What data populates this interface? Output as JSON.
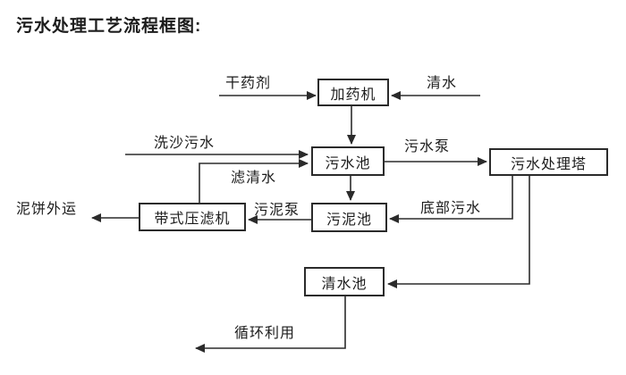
{
  "title": "污水处理工艺流程框图:",
  "nodes": {
    "dosing_machine": "加药机",
    "sewage_pool": "污水池",
    "sewage_treatment_tower": "污水处理塔",
    "sludge_pool": "污泥池",
    "belt_filter_press": "带式压滤机",
    "clean_water_pool": "清水池"
  },
  "labels": {
    "dry_chemical": "干药剂",
    "clean_water": "清水",
    "sand_washing_sewage": "洗沙污水",
    "sewage_pump": "污水泵",
    "filtered_water": "滤清水",
    "sludge_pump": "污泥泵",
    "bottom_sewage": "底部污水",
    "mud_cake_out": "泥饼外运",
    "recycle": "循环利用"
  },
  "connections": [
    {
      "from": "干药剂",
      "to": "加药机"
    },
    {
      "from": "清水",
      "to": "加药机"
    },
    {
      "from": "加药机",
      "to": "污水池"
    },
    {
      "from": "洗沙污水",
      "to": "污水池"
    },
    {
      "from": "带式压滤机",
      "to": "污水池",
      "label": "滤清水"
    },
    {
      "from": "污水池",
      "to": "污水处理塔",
      "label": "污水泵"
    },
    {
      "from": "污水池",
      "to": "污泥池"
    },
    {
      "from": "污水处理塔",
      "to": "污泥池",
      "label": "底部污水"
    },
    {
      "from": "污泥池",
      "to": "带式压滤机",
      "label": "污泥泵"
    },
    {
      "from": "带式压滤机",
      "to": "泥饼外运"
    },
    {
      "from": "污水处理塔",
      "to": "清水池"
    },
    {
      "from": "清水池",
      "to": "循环利用"
    }
  ],
  "colors": {
    "line": "#2b2b2b",
    "text": "#1c1c1c",
    "background": "#ffffff"
  }
}
